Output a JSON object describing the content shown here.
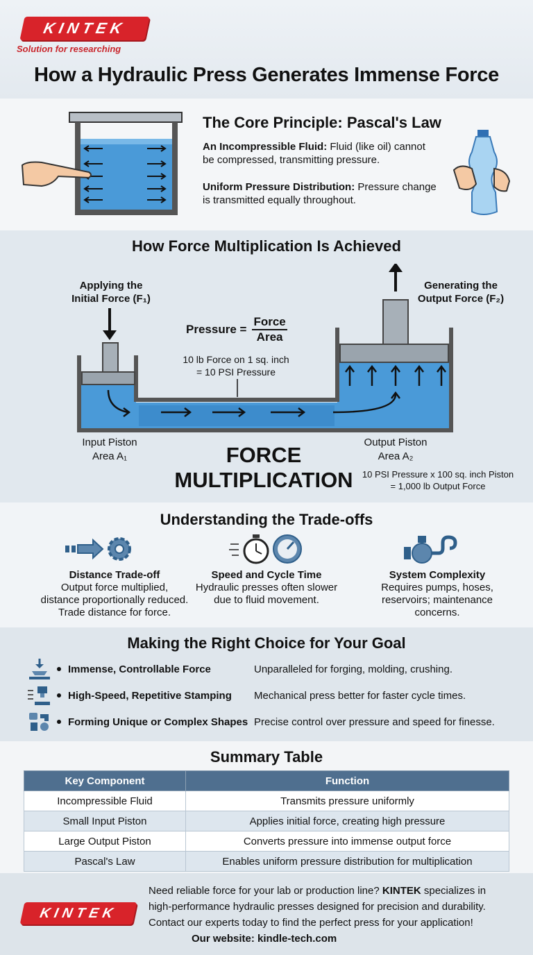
{
  "brand": {
    "logo_text": "KINTEK",
    "tagline": "Solution for researching",
    "accent_color": "#d8232a"
  },
  "title": "How a Hydraulic Press Generates Immense Force",
  "core": {
    "heading": "The Core Principle: Pascal's Law",
    "p1_bold": "An Incompressible Fluid:",
    "p1_text": " Fluid (like oil) cannot be compressed, transmitting pressure.",
    "p2_bold": "Uniform Pressure Distribution:",
    "p2_text": " Pressure change is transmitted equally throughout."
  },
  "multiplication": {
    "heading": "How Force Multiplication Is Achieved",
    "input_label_l1": "Applying the",
    "input_label_l2": "Initial Force (F₁)",
    "output_label_l1": "Generating the",
    "output_label_l2": "Output Force (F₂)",
    "formula_left": "Pressure =",
    "formula_num": "Force",
    "formula_den": "Area",
    "example_l1": "10 lb Force on 1 sq. inch",
    "example_l2": "= 10 PSI Pressure",
    "input_piston_l1": "Input Piston",
    "input_piston_l2": "Area A₁",
    "output_piston_l1": "Output Piston",
    "output_piston_l2": "Area A₂",
    "big_l1": "FORCE",
    "big_l2": "MULTIPLICATION",
    "result_l1": "10 PSI Pressure x 100 sq. inch Piston",
    "result_l2": "= 1,000 lb Output Force"
  },
  "tradeoffs": {
    "heading": "Understanding the Trade-offs",
    "items": [
      {
        "title": "Distance Trade-off",
        "l1": "Output force multiplied,",
        "l2": "distance proportionally reduced.",
        "l3": "Trade distance for force.",
        "icon": "arrow-gear-icon"
      },
      {
        "title": "Speed and Cycle Time",
        "l1": "Hydraulic presses often slower",
        "l2": "due to fluid movement.",
        "l3": "",
        "icon": "stopwatch-gauge-icon"
      },
      {
        "title": "System Complexity",
        "l1": "Requires pumps, hoses,",
        "l2": "reservoirs; maintenance",
        "l3": "concerns.",
        "icon": "pump-hose-icon"
      }
    ]
  },
  "choice": {
    "heading": "Making the Right Choice for Your Goal",
    "rows": [
      {
        "goal": "Immense, Controllable Force",
        "desc": "Unparalleled for forging, molding, crushing.",
        "icon": "press-down-icon"
      },
      {
        "goal": "High-Speed, Repetitive Stamping",
        "desc": "Mechanical press better for faster cycle times.",
        "icon": "stamping-icon"
      },
      {
        "goal": "Forming Unique or Complex Shapes",
        "desc": "Precise control over pressure and speed for finesse.",
        "icon": "complex-shapes-icon"
      }
    ]
  },
  "summary": {
    "heading": "Summary Table",
    "col1": "Key Component",
    "col2": "Function",
    "rows": [
      [
        "Incompressible Fluid",
        "Transmits pressure uniformly"
      ],
      [
        "Small Input Piston",
        "Applies initial force, creating high pressure"
      ],
      [
        "Large Output Piston",
        "Converts pressure into immense output force"
      ],
      [
        "Pascal's Law",
        "Enables uniform pressure distribution for multiplication"
      ]
    ]
  },
  "footer": {
    "t1": "Need reliable force for your lab or production line? ",
    "t1_bold": "KINTEK",
    "t1_end": " specializes in",
    "t2": "high-performance hydraulic presses designed for precision and durability.",
    "t3": "Contact our experts today to find the perfect press for your application!",
    "website": "Our website: kindle-tech.com"
  }
}
